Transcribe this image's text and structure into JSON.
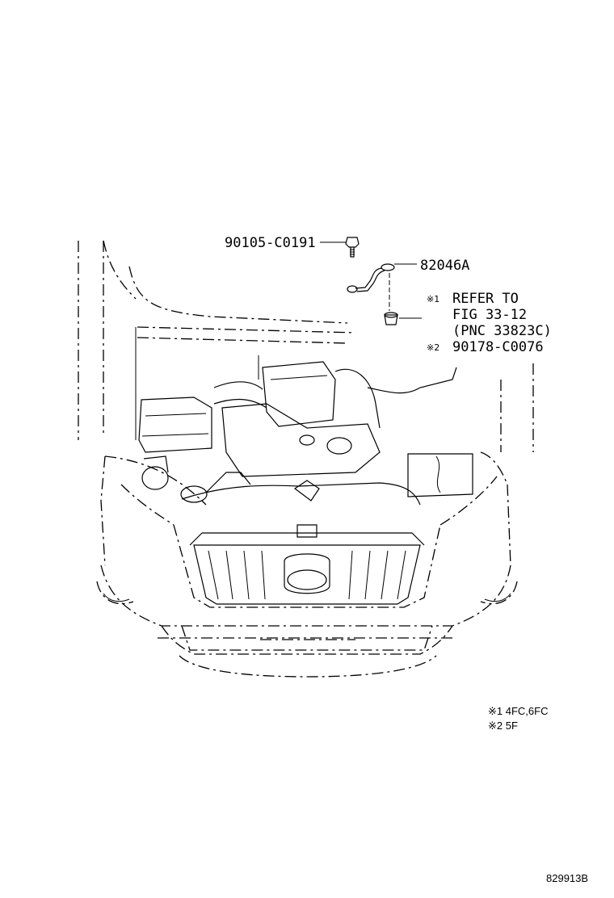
{
  "callouts": {
    "bolt_part": "90105-C0191",
    "strap_part": "82046A",
    "note1_mark": "※1",
    "note1_line1": "REFER TO",
    "note1_line2": "FIG 33-12",
    "note1_line3": "(PNC 33823C)",
    "note2_mark": "※2",
    "note2_part": "90178-C0076"
  },
  "legend": {
    "line1": "※1 4FC,6FC",
    "line2": "※2 5F"
  },
  "figure_id": "829913B",
  "colors": {
    "ink": "#000000",
    "background": "#ffffff"
  }
}
